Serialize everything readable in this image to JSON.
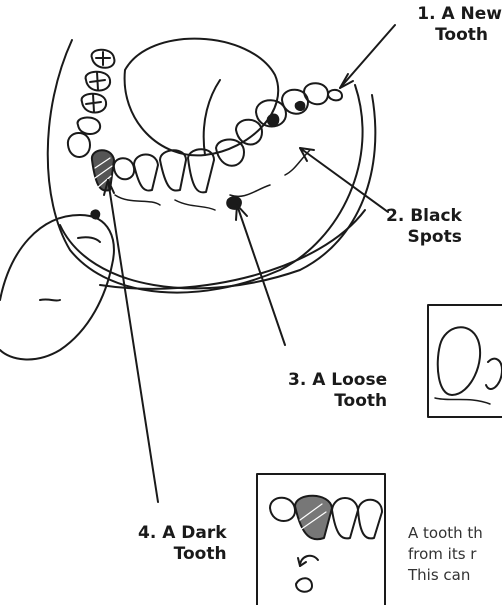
{
  "labels": {
    "new_tooth": [
      "1. A New",
      "Tooth"
    ],
    "black_spots": [
      "2. Black",
      "Spots"
    ],
    "loose_tooth": [
      "3. A Loose",
      "Tooth"
    ],
    "dark_tooth": [
      "4. A Dark",
      "Tooth"
    ]
  },
  "caption": [
    "A tooth th",
    "from its r",
    "This can"
  ],
  "colors": {
    "ink": "#1a1a1a",
    "paper": "#ffffff"
  }
}
